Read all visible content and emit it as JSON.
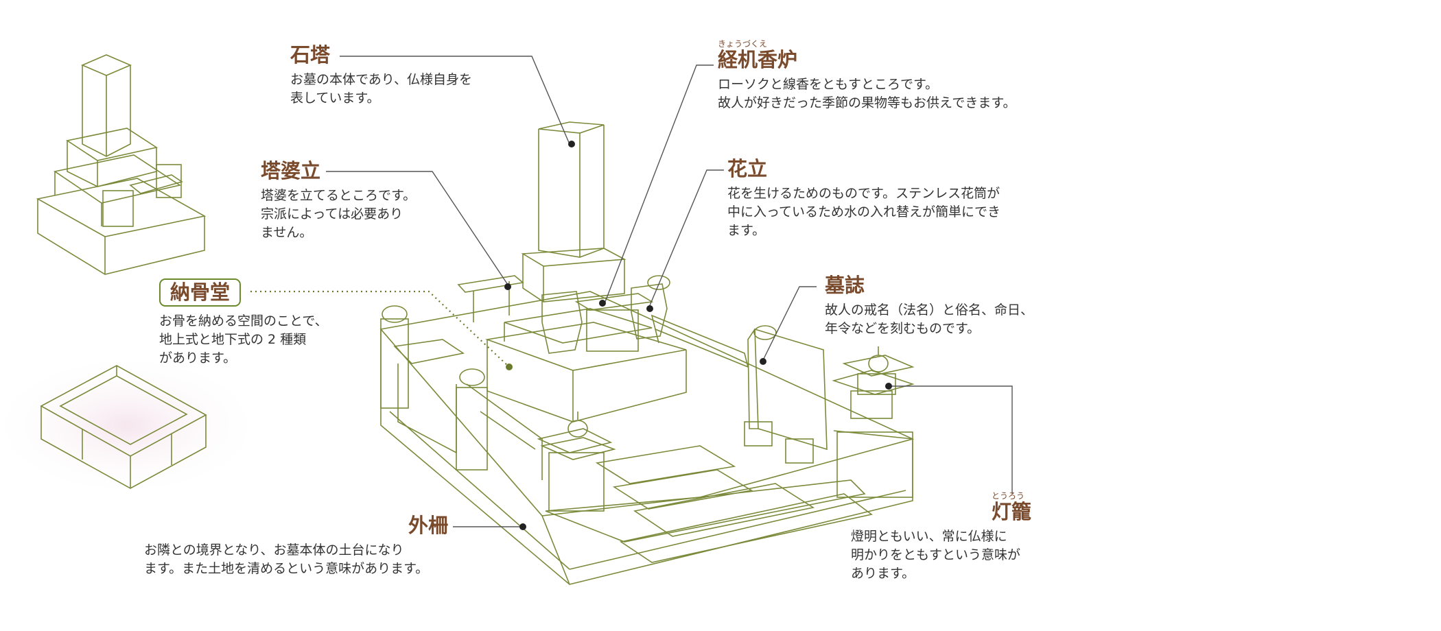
{
  "colors": {
    "title": "#7a4a2c",
    "stone_line": "#7a8a3a",
    "leader": "#555555",
    "badge_border": "#6a8a2c",
    "dotted_leader": "#6a7a2c"
  },
  "icons": {
    "leader_dot": "filled-circle"
  },
  "labels": {
    "sekito": {
      "title": "石塔",
      "desc": [
        "お墓の本体であり、仏様自身を",
        "表しています。"
      ]
    },
    "kyozukue": {
      "ruby": "きょうづくえ",
      "title": "経机香炉",
      "desc": [
        "ローソクと線香をともすところです。",
        "故人が好きだった季節の果物等もお供えできます。"
      ]
    },
    "tobatate": {
      "title": "塔婆立",
      "desc": [
        "塔婆を立てるところです。",
        "宗派によっては必要あり",
        "ません。"
      ]
    },
    "hanatate": {
      "title": "花立",
      "desc": [
        "花を生けるためのものです。ステンレス花筒が",
        "中に入っているため水の入れ替えが簡単にでき",
        "ます。"
      ]
    },
    "nokotsudo": {
      "title": "納骨堂",
      "desc": [
        "お骨を納める空間のことで、",
        "地上式と地下式の 2 種類",
        "があります。"
      ]
    },
    "boshi": {
      "title": "墓誌",
      "desc": [
        "故人の戒名（法名）と俗名、命日、",
        "年令などを刻むものです。"
      ]
    },
    "sotosaku": {
      "title": "外柵",
      "desc": [
        "お隣との境界となり、お墓本体の土台になり",
        "ます。また土地を清めるという意味があります。"
      ]
    },
    "toro": {
      "ruby": "とうろう",
      "title": "灯籠",
      "desc": [
        "燈明ともいい、常に仏様に",
        "明かりをともすという意味が",
        "あります。"
      ]
    }
  }
}
